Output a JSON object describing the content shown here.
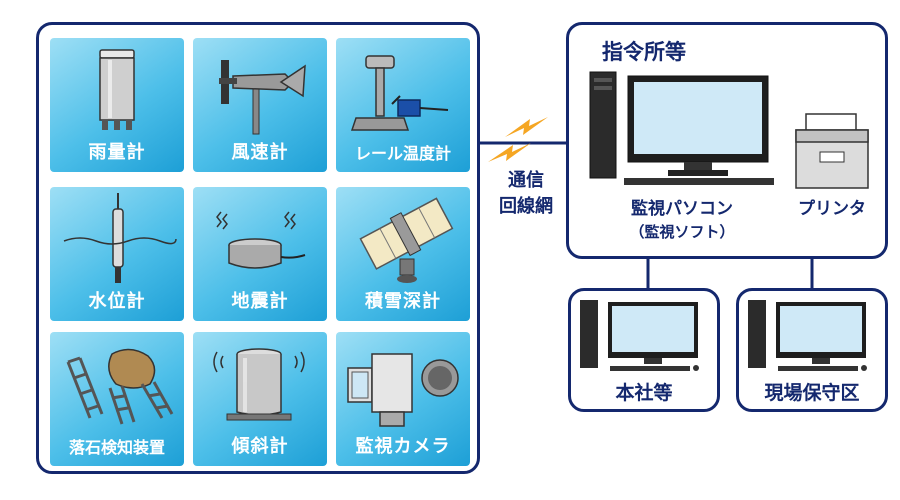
{
  "sensors": [
    {
      "label": "雨量計",
      "icon": "rain-gauge-icon"
    },
    {
      "label": "風速計",
      "icon": "anemometer-icon"
    },
    {
      "label": "レール温度計",
      "icon": "rail-thermometer-icon"
    },
    {
      "label": "水位計",
      "icon": "water-level-gauge-icon"
    },
    {
      "label": "地震計",
      "icon": "seismometer-icon"
    },
    {
      "label": "積雪深計",
      "icon": "snow-depth-gauge-icon"
    },
    {
      "label": "落石検知装置",
      "icon": "rockfall-detector-icon"
    },
    {
      "label": "傾斜計",
      "icon": "inclinometer-icon"
    },
    {
      "label": "監視カメラ",
      "icon": "surveillance-camera-icon"
    }
  ],
  "network": {
    "line1": "通信",
    "line2": "回線網"
  },
  "command_center": {
    "title": "指令所等",
    "pc_label": "監視パソコン",
    "pc_sublabel": "（監視ソフト）",
    "printer_label": "プリンタ"
  },
  "offices": [
    {
      "label": "本社等"
    },
    {
      "label": "現場保守区"
    }
  ],
  "colors": {
    "frame": "#14286e",
    "tile": "#3fb6e6",
    "lightning": "#f5a623"
  }
}
